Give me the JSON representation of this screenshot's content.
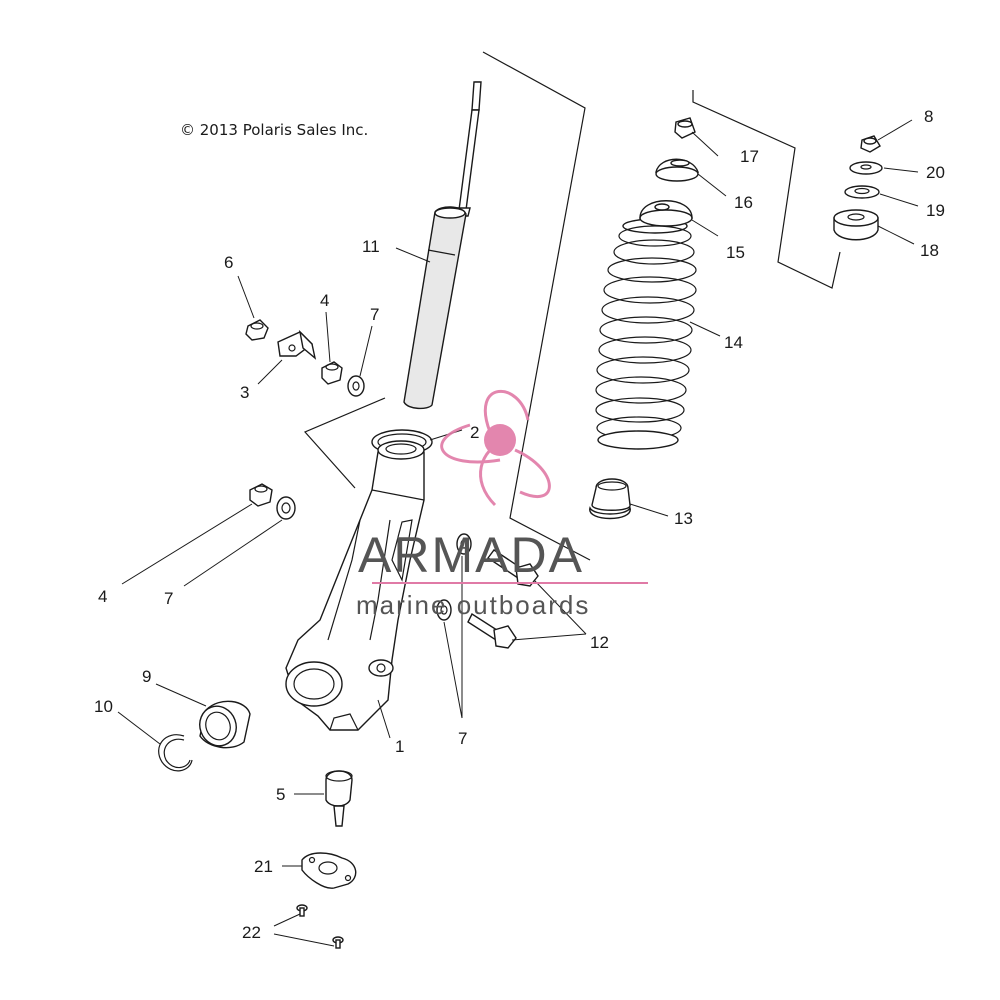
{
  "copyright": "© 2013 Polaris Sales Inc.",
  "watermark": {
    "brand": "ARMADA",
    "tagline": "marine outboards",
    "accent_color": "#e07aa6"
  },
  "callouts": [
    {
      "id": "1",
      "part": "steering-knuckle"
    },
    {
      "id": "2",
      "part": "o-ring-seal"
    },
    {
      "id": "3",
      "part": "bracket"
    },
    {
      "id": "4",
      "part": "nut"
    },
    {
      "id": "5",
      "part": "ball-joint"
    },
    {
      "id": "6",
      "part": "nut"
    },
    {
      "id": "7",
      "part": "washer"
    },
    {
      "id": "8",
      "part": "nut"
    },
    {
      "id": "9",
      "part": "bearing"
    },
    {
      "id": "10",
      "part": "retaining-ring"
    },
    {
      "id": "11",
      "part": "strut-shock"
    },
    {
      "id": "12",
      "part": "bolt"
    },
    {
      "id": "13",
      "part": "jounce-bumper"
    },
    {
      "id": "14",
      "part": "coil-spring"
    },
    {
      "id": "15",
      "part": "spring-seat"
    },
    {
      "id": "16",
      "part": "upper-mount"
    },
    {
      "id": "17",
      "part": "nut"
    },
    {
      "id": "18",
      "part": "mount-isolator"
    },
    {
      "id": "19",
      "part": "washer"
    },
    {
      "id": "20",
      "part": "washer"
    },
    {
      "id": "21",
      "part": "plate"
    },
    {
      "id": "22",
      "part": "screw"
    }
  ]
}
